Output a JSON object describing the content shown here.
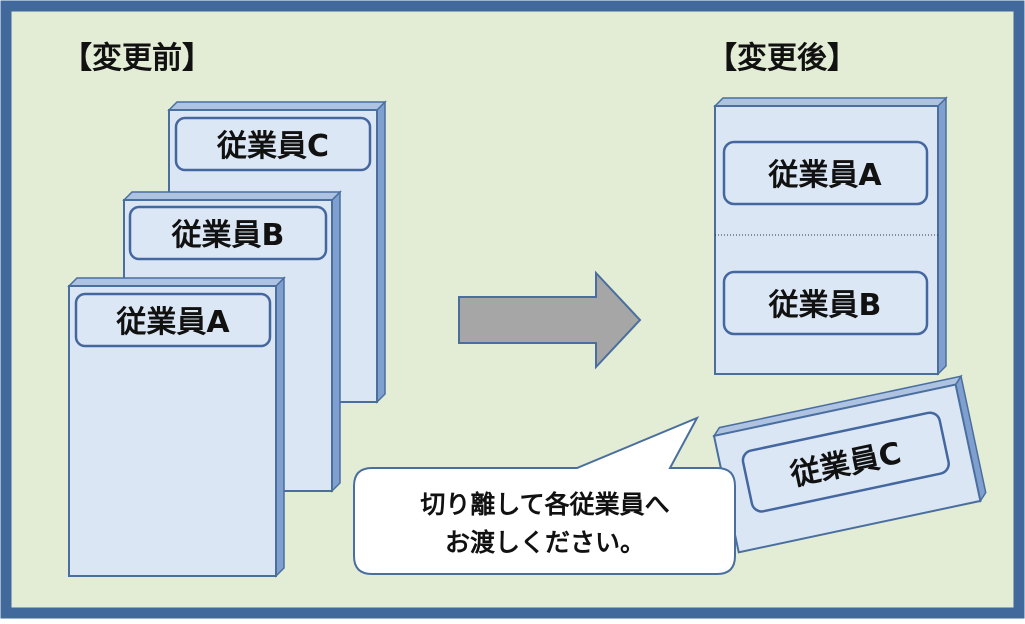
{
  "colors": {
    "frame_border": "#41699b",
    "frame_fill": "#e3ecd4",
    "page_fill": "#dbe6f5",
    "page_side": "#7f9fcf",
    "label_fill": "#dce7f5",
    "label_stroke": "#43679e",
    "arrow_fill": "#a6a6a6",
    "arrow_stroke": "#4a6f9f",
    "text": "#111111"
  },
  "before": {
    "heading": "【変更前】",
    "sheets": {
      "c": {
        "label": "従業員C"
      },
      "b": {
        "label": "従業員B"
      },
      "a": {
        "label": "従業員A"
      }
    }
  },
  "after": {
    "heading": "【変更後】",
    "combined": {
      "top_label": "従業員A",
      "bottom_label": "従業員B"
    },
    "detached": {
      "label": "従業員C"
    }
  },
  "callout": {
    "line1": "切り離して各従業員へ",
    "line2": "お渡しください。"
  },
  "icons": {
    "arrow": "right-arrow-icon"
  }
}
